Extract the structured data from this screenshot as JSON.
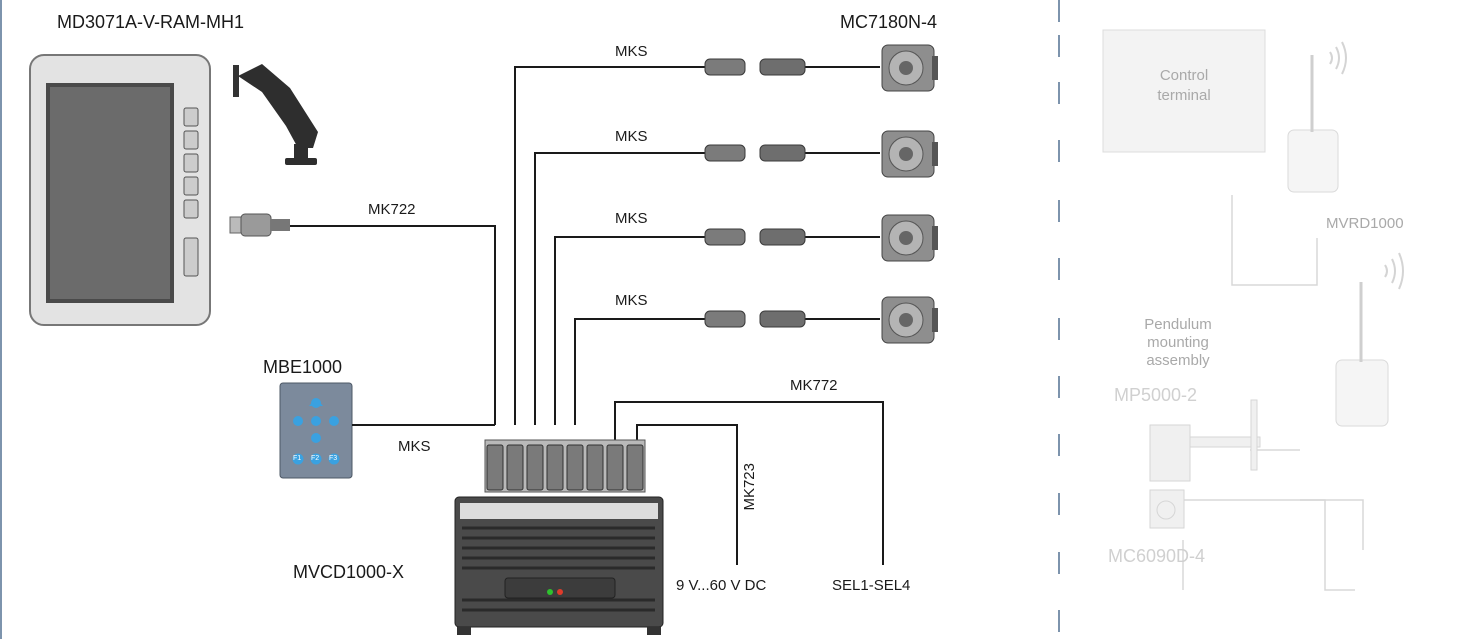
{
  "labels": {
    "monitor": "MD3071A-V-RAM-MH1",
    "camera_model": "MC7180N-4",
    "keypad": "MBE1000",
    "controller": "MVCD1000-X",
    "cable_mk722": "MK722",
    "cable_mks": "MKS",
    "cable_mk772": "MK772",
    "cable_mk723": "MK723",
    "power": "9 V...60 V DC",
    "sel": "SEL1-SEL4"
  },
  "faded": {
    "control_terminal": [
      "Control",
      "terminal"
    ],
    "mvrd": "MVRD1000",
    "pendulum": [
      "Pendulum",
      "mounting",
      "assembly"
    ],
    "mp": "MP5000-2",
    "mc6090": "MC6090D-4"
  },
  "keypad_keys": [
    "F1",
    "F2",
    "F3"
  ],
  "colors": {
    "line": "#1a1a1a",
    "divider": "#7d94ad",
    "faded": "#a9a9a9"
  }
}
